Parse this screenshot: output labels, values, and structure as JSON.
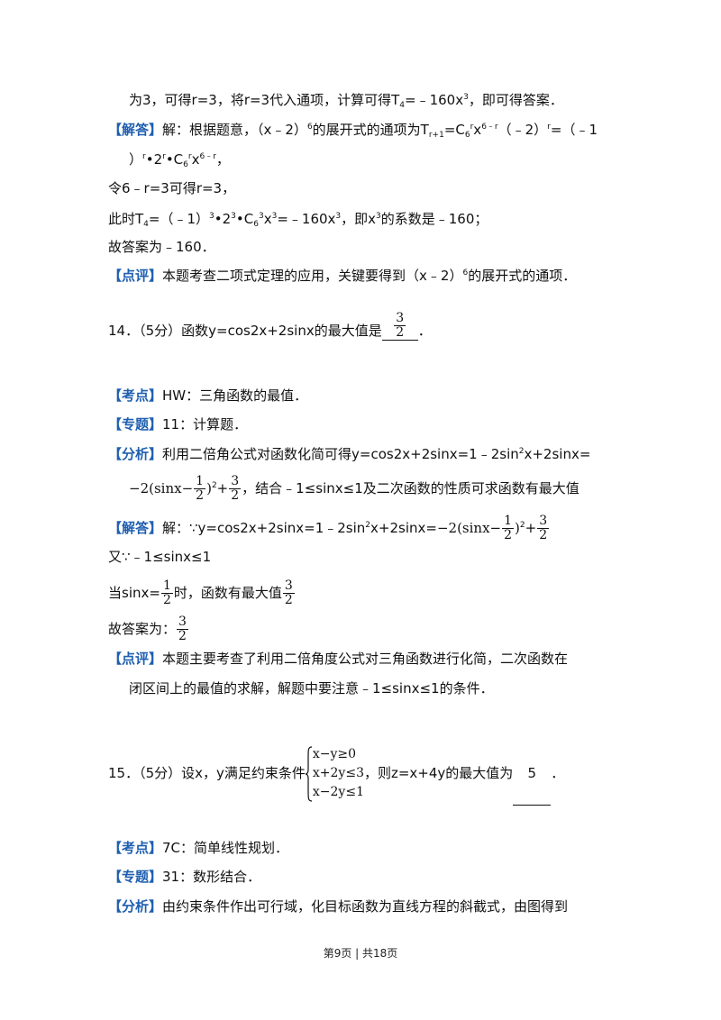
{
  "p13": {
    "l0": "为3，可得r=3，将r=3代入通项，计算可得T₄=﹣160x³，即可得答案．",
    "ans_tag": "【解答】",
    "l1": "解：根据题意，（x﹣2）⁶的展开式的通项为T_{r+1}=C₆ʳx⁶⁻ʳ（﹣2）ʳ=（﹣1",
    "l2": "）ʳ•2ʳ•C₆ʳx⁶⁻ʳ，",
    "l3": "令6﹣r=3可得r=3，",
    "l4": "此时T₄=（﹣1）³•2³•C₆³x³=﹣160x³，即x³的系数是﹣160；",
    "l5": "故答案为﹣160．",
    "rev_tag": "【点评】",
    "l6": "本题考查二项式定理的应用，关键要得到（x﹣2）⁶的展开式的通项．"
  },
  "q14": {
    "stem": "14．（5分）函数y=cos2x+2sinx的最大值是",
    "answer": "3/2",
    "kd_tag": "【考点】",
    "kd": "HW：三角函数的最值．",
    "zt_tag": "【专题】",
    "zt": "11：计算题．",
    "fx_tag": "【分析】",
    "fx1": "利用二倍角公式对函数化简可得y=cos2x+2sinx=1﹣2sin²x+2sinx=",
    "fx2": "−2(sinx−1/2)²+3/2，结合﹣1≤sinx≤1及二次函数的性质可求函数有最大值",
    "jd_tag": "【解答】",
    "jd1": "解：∵y=cos2x+2sinx=1﹣2sin²x+2sinx=−2(sinx−1/2)²+3/2",
    "jd2": "又∵﹣1≤sinx≤1",
    "jd3": "当sinx=1/2时，函数有最大值3/2",
    "jd4": "故答案为：3/2",
    "dp_tag": "【点评】",
    "dp1": "本题主要考查了利用二倍角度公式对三角函数进行化简，二次函数在",
    "dp2": "闭区间上的最值的求解，解题中要注意﹣1≤sinx≤1的条件．"
  },
  "q15": {
    "stem": "15．（5分）设x，y满足约束条件{x−y≥0, x+2y≤3, x−2y≤1}，则z=x+4y的最大值为",
    "answer": "5",
    "kd_tag": "【考点】",
    "kd": "7C：简单线性规划．",
    "zt_tag": "【专题】",
    "zt": "31：数形结合．",
    "fx_tag": "【分析】",
    "fx1": "由约束条件作出可行域，化目标函数为直线方程的斜截式，由图得到"
  },
  "footer": "第9页 | 共18页"
}
